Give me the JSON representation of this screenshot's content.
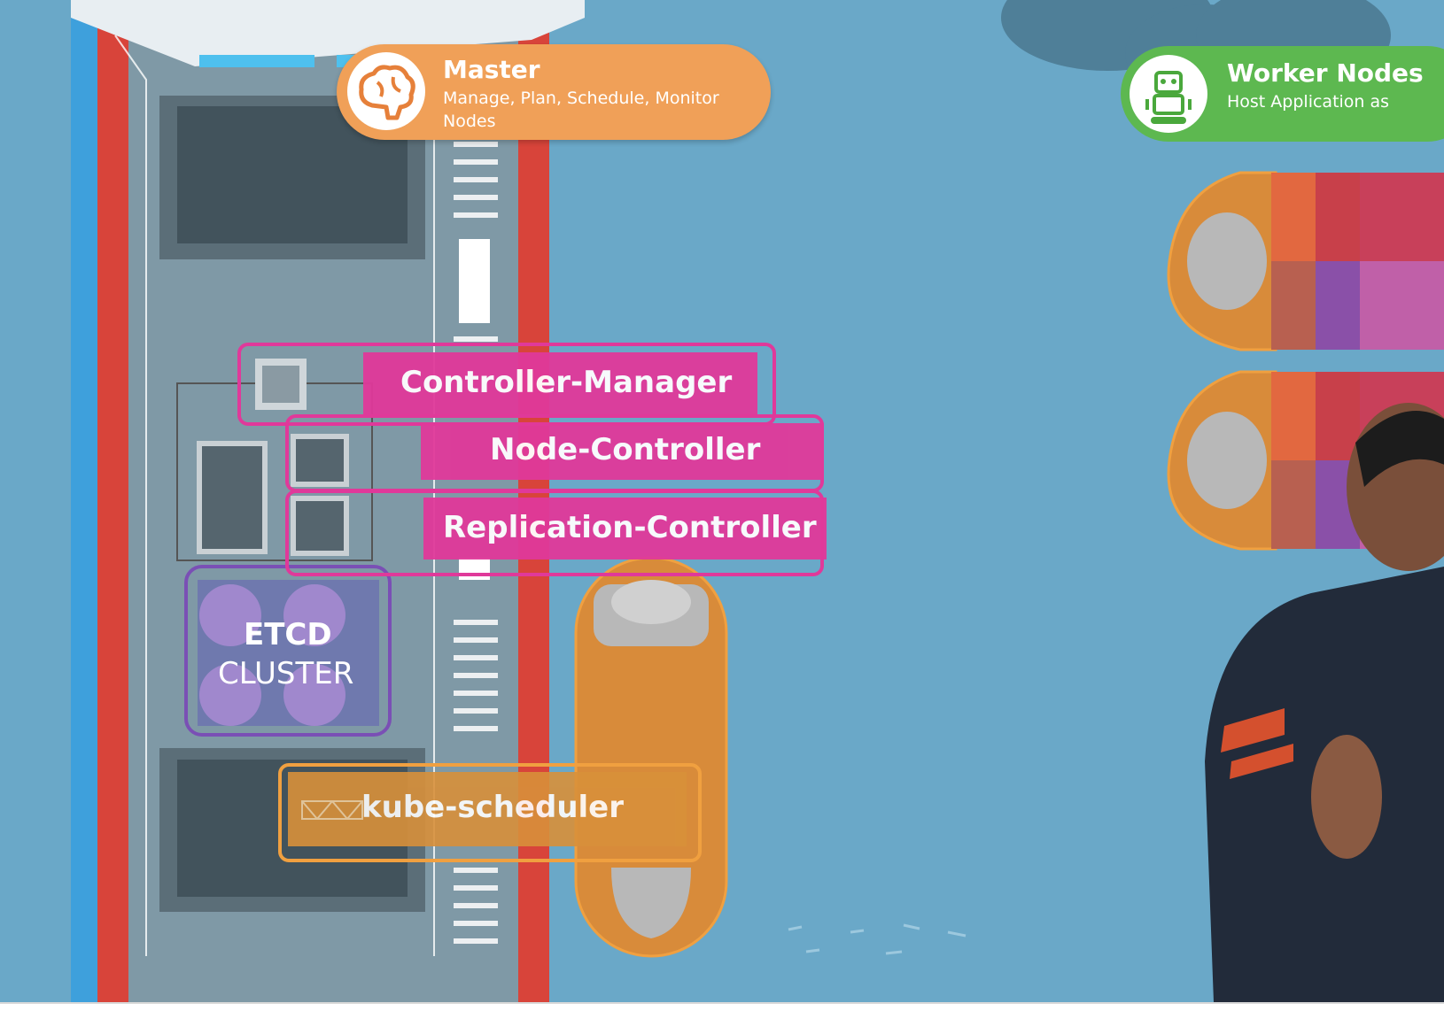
{
  "master_badge": {
    "title": "Master",
    "subtitle_line1": "Manage, Plan, Schedule, Monitor",
    "subtitle_line2": "Nodes",
    "icon": "brain-icon",
    "color": "#f0a058"
  },
  "worker_badge": {
    "title": "Worker Nodes",
    "subtitle": "Host Application as",
    "icon": "robot-icon",
    "color": "#5db850"
  },
  "components": {
    "controller_manager": "Controller-Manager",
    "node_controller": "Node-Controller",
    "replication_controller": "Replication-Controller",
    "etcd_line1": "ETCD",
    "etcd_line2": "CLUSTER",
    "kube_scheduler": "kube-scheduler"
  },
  "colors": {
    "water": "#6aa8c8",
    "dock_red": "#d8443a",
    "controller_pink": "#e0399a",
    "etcd_purple": "#7a4fb5",
    "scheduler_orange": "#f0a040"
  }
}
